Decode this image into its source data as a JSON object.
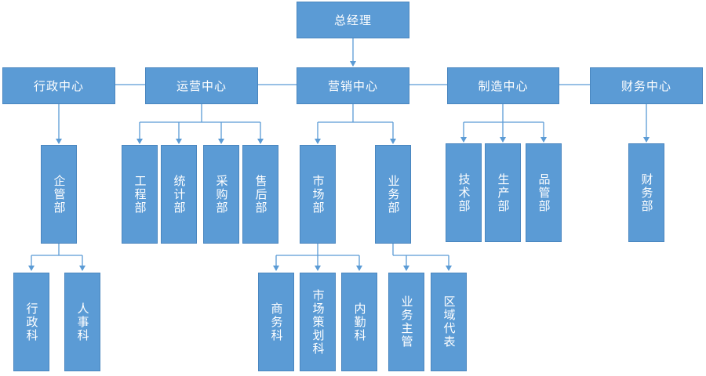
{
  "colors": {
    "box_fill": "#5b9bd5",
    "box_text": "#ffffff",
    "line": "#5b9bd5"
  },
  "org": {
    "ceo": "总经理",
    "centers": {
      "admin": "行政中心",
      "ops": "运营中心",
      "sales": "营销中心",
      "mfg": "制造中心",
      "finance": "财务中心"
    },
    "depts": {
      "enterprise_mgmt": "企管部",
      "engineering": "工程部",
      "statistics": "统计部",
      "purchasing": "采购部",
      "after_sales": "售后部",
      "market": "市场部",
      "business": "业务部",
      "technology": "技术部",
      "production": "生产部",
      "quality": "品管部",
      "finance": "财务部"
    },
    "sections": {
      "admin_section": "行政科",
      "hr_section": "人事科",
      "commerce_section": "商务科",
      "market_planning_section": "市场策划科",
      "office_section": "内勤科",
      "business_supervisor": "业务主管",
      "regional_rep": "区域代表"
    }
  }
}
